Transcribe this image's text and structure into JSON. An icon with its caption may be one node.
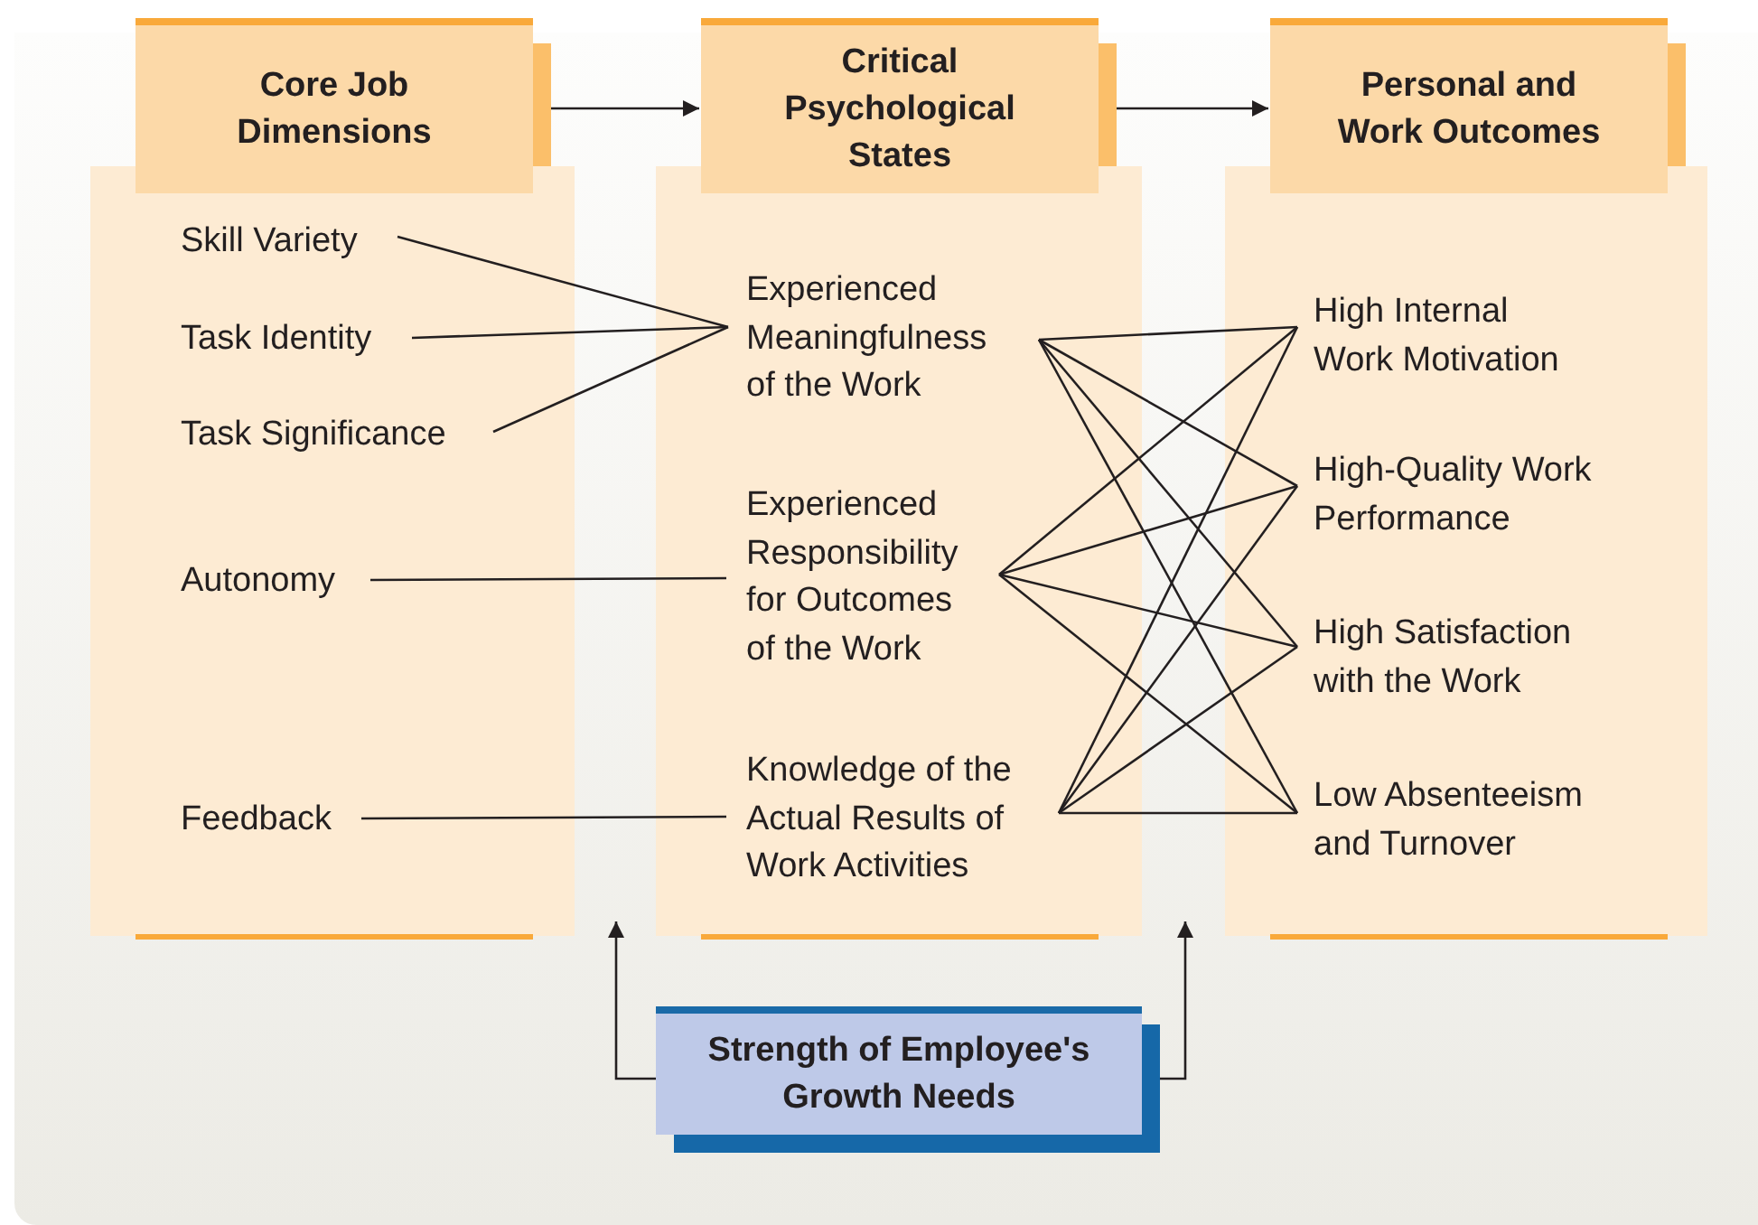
{
  "diagram": {
    "nodes": [
      {
        "text": [
          "Core Job Dimensions"
        ]
      },
      {
        "text": [
          "Skill Variety"
        ],
        "in": 0
      },
      {
        "text": [
          "Task Identity"
        ],
        "in": 0
      },
      {
        "text": [
          "Task Significance"
        ],
        "in": 0
      },
      {
        "text": [
          "Autonomy"
        ],
        "in": 0
      },
      {
        "text": [
          "Feedback"
        ],
        "in": 0
      },
      {
        "text": [
          "Critical Psychological States"
        ]
      },
      {
        "text": [
          "Experienced Meaningfulness of the Work"
        ],
        "in": 6
      },
      {
        "text": [
          "Experienced Responsibility for Outcomes of the Work"
        ],
        "in": 6
      },
      {
        "text": [
          "Knowledge of the Actual Results of Work Activities"
        ],
        "in": 6
      },
      {
        "text": [
          "Personal and Work Outcomes"
        ]
      },
      {
        "text": [
          "High Internal Work Motivation"
        ],
        "in": 10
      },
      {
        "text": [
          "High-Quality Work Performance"
        ],
        "in": 10
      },
      {
        "text": [
          "High Satisfaction with the Work"
        ],
        "in": 10
      },
      {
        "text": [
          "Low Absenteeism and Turnover"
        ],
        "in": 10
      },
      {
        "text": [
          "Strength of Employee's Growth Needs"
        ]
      }
    ],
    "edges": [
      {
        "from": 0,
        "to": 6,
        "arrow": "to"
      },
      {
        "from": 6,
        "to": 10,
        "arrow": "to"
      },
      {
        "from": 1,
        "to": 7,
        "arrow": "none"
      },
      {
        "from": 2,
        "to": 7,
        "arrow": "none"
      },
      {
        "from": 3,
        "to": 7,
        "arrow": "none"
      },
      {
        "from": 4,
        "to": 8,
        "arrow": "none"
      },
      {
        "from": 5,
        "to": 9,
        "arrow": "none"
      },
      {
        "from": 7,
        "to": 11,
        "arrow": "none"
      },
      {
        "from": 7,
        "to": 12,
        "arrow": "none"
      },
      {
        "from": 7,
        "to": 13,
        "arrow": "none"
      },
      {
        "from": 7,
        "to": 14,
        "arrow": "none"
      },
      {
        "from": 8,
        "to": 11,
        "arrow": "none"
      },
      {
        "from": 8,
        "to": 12,
        "arrow": "none"
      },
      {
        "from": 8,
        "to": 13,
        "arrow": "none"
      },
      {
        "from": 8,
        "to": 14,
        "arrow": "none"
      },
      {
        "from": 9,
        "to": 11,
        "arrow": "none"
      },
      {
        "from": 9,
        "to": 12,
        "arrow": "none"
      },
      {
        "from": 9,
        "to": 13,
        "arrow": "none"
      },
      {
        "from": 9,
        "to": 14,
        "arrow": "none"
      },
      {
        "from": 15,
        "to": 0,
        "arrow": "to"
      },
      {
        "from": 15,
        "to": 10,
        "arrow": "to"
      }
    ]
  }
}
